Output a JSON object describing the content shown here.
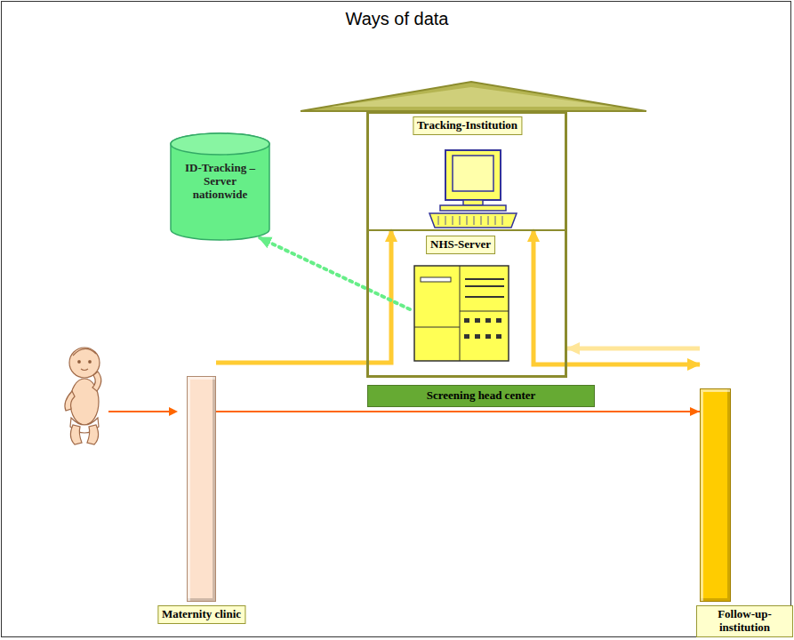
{
  "diagram": {
    "title": "Ways of data",
    "nodes": [
      {
        "text": [
          "Screening head center"
        ]
      },
      {
        "text": [
          "Tracking-Institution"
        ],
        "in": 0
      },
      {
        "text": [
          "NHS-Server"
        ],
        "in": 0
      },
      {
        "text": [
          "ID-Tracking – Server nationwide"
        ]
      },
      {
        "text": [
          "Maternity clinic"
        ]
      },
      {
        "text": [
          "Follow-up-institution"
        ]
      }
    ],
    "edges": [
      {
        "from": 4,
        "to": 1,
        "arrow": "to"
      },
      {
        "from": 2,
        "to": 3,
        "arrow": "to"
      },
      {
        "from": 1,
        "to": 5,
        "arrow": "both"
      },
      {
        "from": 5,
        "to": 0,
        "arrow": "to"
      },
      {
        "from": 4,
        "to": 5,
        "arrow": "to"
      }
    ]
  }
}
